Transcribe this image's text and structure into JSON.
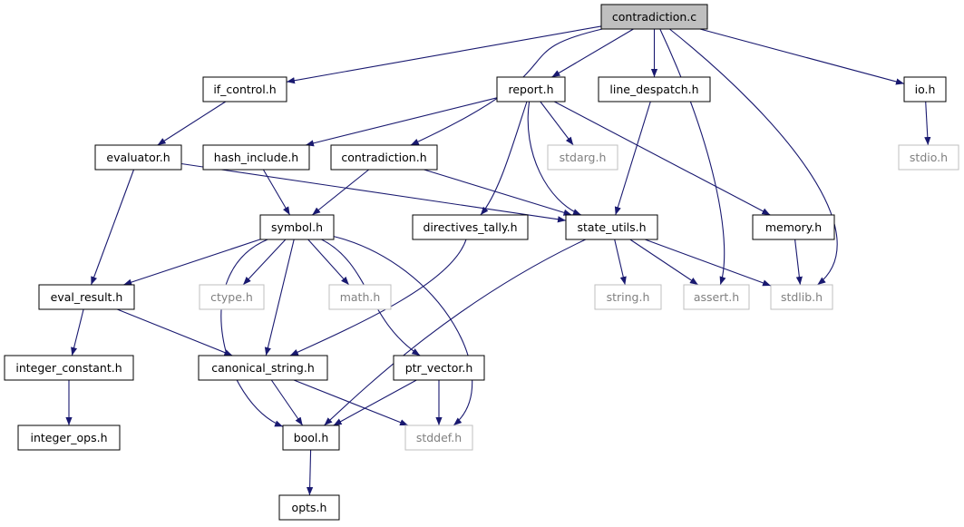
{
  "colors": {
    "edge": "#191970",
    "node_border": "#000000",
    "external_border": "#bfbfbf",
    "root_fill": "#bfbfbf",
    "text": "#000000",
    "external_text": "#808080"
  },
  "nodes": [
    {
      "id": "contradiction_c",
      "label": "contradiction.c",
      "kind": "root"
    },
    {
      "id": "if_control_h",
      "label": "if_control.h",
      "kind": "internal"
    },
    {
      "id": "report_h",
      "label": "report.h",
      "kind": "internal"
    },
    {
      "id": "line_despatch_h",
      "label": "line_despatch.h",
      "kind": "internal"
    },
    {
      "id": "io_h",
      "label": "io.h",
      "kind": "internal"
    },
    {
      "id": "evaluator_h",
      "label": "evaluator.h",
      "kind": "internal"
    },
    {
      "id": "hash_include_h",
      "label": "hash_include.h",
      "kind": "internal"
    },
    {
      "id": "contradiction_h",
      "label": "contradiction.h",
      "kind": "internal"
    },
    {
      "id": "stdarg_h",
      "label": "stdarg.h",
      "kind": "external"
    },
    {
      "id": "stdio_h",
      "label": "stdio.h",
      "kind": "external"
    },
    {
      "id": "symbol_h",
      "label": "symbol.h",
      "kind": "internal"
    },
    {
      "id": "directives_tally_h",
      "label": "directives_tally.h",
      "kind": "internal"
    },
    {
      "id": "state_utils_h",
      "label": "state_utils.h",
      "kind": "internal"
    },
    {
      "id": "memory_h",
      "label": "memory.h",
      "kind": "internal"
    },
    {
      "id": "eval_result_h",
      "label": "eval_result.h",
      "kind": "internal"
    },
    {
      "id": "ctype_h",
      "label": "ctype.h",
      "kind": "external"
    },
    {
      "id": "math_h",
      "label": "math.h",
      "kind": "external"
    },
    {
      "id": "string_h",
      "label": "string.h",
      "kind": "external"
    },
    {
      "id": "assert_h",
      "label": "assert.h",
      "kind": "external"
    },
    {
      "id": "stdlib_h",
      "label": "stdlib.h",
      "kind": "external"
    },
    {
      "id": "integer_constant_h",
      "label": "integer_constant.h",
      "kind": "internal"
    },
    {
      "id": "canonical_string_h",
      "label": "canonical_string.h",
      "kind": "internal"
    },
    {
      "id": "ptr_vector_h",
      "label": "ptr_vector.h",
      "kind": "internal"
    },
    {
      "id": "integer_ops_h",
      "label": "integer_ops.h",
      "kind": "internal"
    },
    {
      "id": "bool_h",
      "label": "bool.h",
      "kind": "internal"
    },
    {
      "id": "stddef_h",
      "label": "stddef.h",
      "kind": "external"
    },
    {
      "id": "opts_h",
      "label": "opts.h",
      "kind": "internal"
    }
  ],
  "edges": [
    {
      "from": "contradiction_c",
      "to": "if_control_h"
    },
    {
      "from": "contradiction_c",
      "to": "report_h"
    },
    {
      "from": "contradiction_c",
      "to": "line_despatch_h"
    },
    {
      "from": "contradiction_c",
      "to": "io_h"
    },
    {
      "from": "contradiction_c",
      "to": "contradiction_h"
    },
    {
      "from": "contradiction_c",
      "to": "assert_h"
    },
    {
      "from": "contradiction_c",
      "to": "stdlib_h"
    },
    {
      "from": "if_control_h",
      "to": "evaluator_h"
    },
    {
      "from": "report_h",
      "to": "hash_include_h"
    },
    {
      "from": "report_h",
      "to": "stdarg_h"
    },
    {
      "from": "report_h",
      "to": "directives_tally_h"
    },
    {
      "from": "report_h",
      "to": "state_utils_h"
    },
    {
      "from": "report_h",
      "to": "memory_h"
    },
    {
      "from": "line_despatch_h",
      "to": "state_utils_h"
    },
    {
      "from": "io_h",
      "to": "stdio_h"
    },
    {
      "from": "evaluator_h",
      "to": "eval_result_h"
    },
    {
      "from": "evaluator_h",
      "to": "state_utils_h"
    },
    {
      "from": "hash_include_h",
      "to": "symbol_h"
    },
    {
      "from": "contradiction_h",
      "to": "symbol_h"
    },
    {
      "from": "contradiction_h",
      "to": "state_utils_h"
    },
    {
      "from": "symbol_h",
      "to": "eval_result_h"
    },
    {
      "from": "symbol_h",
      "to": "ctype_h"
    },
    {
      "from": "symbol_h",
      "to": "math_h"
    },
    {
      "from": "symbol_h",
      "to": "canonical_string_h"
    },
    {
      "from": "symbol_h",
      "to": "ptr_vector_h"
    },
    {
      "from": "symbol_h",
      "to": "bool_h"
    },
    {
      "from": "symbol_h",
      "to": "stddef_h"
    },
    {
      "from": "directives_tally_h",
      "to": "canonical_string_h"
    },
    {
      "from": "state_utils_h",
      "to": "string_h"
    },
    {
      "from": "state_utils_h",
      "to": "assert_h"
    },
    {
      "from": "state_utils_h",
      "to": "stdlib_h"
    },
    {
      "from": "state_utils_h",
      "to": "bool_h"
    },
    {
      "from": "memory_h",
      "to": "stdlib_h"
    },
    {
      "from": "eval_result_h",
      "to": "integer_constant_h"
    },
    {
      "from": "eval_result_h",
      "to": "canonical_string_h"
    },
    {
      "from": "integer_constant_h",
      "to": "integer_ops_h"
    },
    {
      "from": "canonical_string_h",
      "to": "bool_h"
    },
    {
      "from": "canonical_string_h",
      "to": "stddef_h"
    },
    {
      "from": "ptr_vector_h",
      "to": "bool_h"
    },
    {
      "from": "ptr_vector_h",
      "to": "stddef_h"
    },
    {
      "from": "bool_h",
      "to": "opts_h"
    }
  ]
}
